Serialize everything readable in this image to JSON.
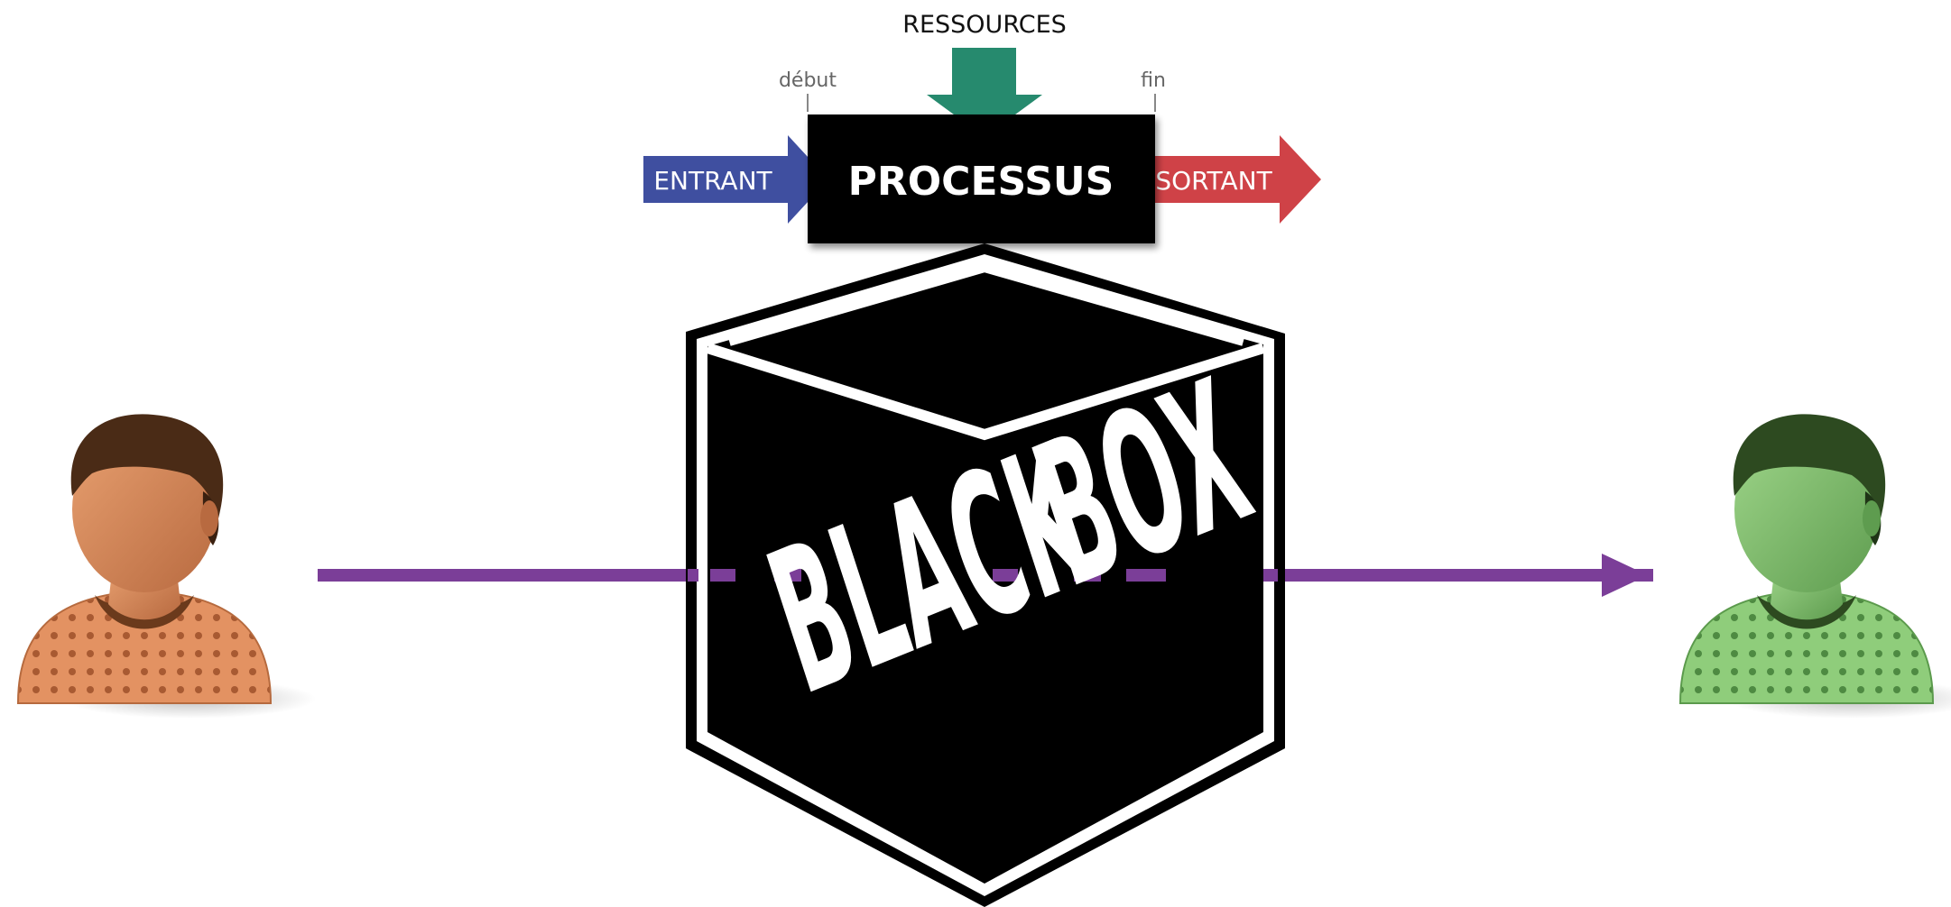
{
  "process": {
    "resources_label": "RESSOURCES",
    "start_label": "début",
    "end_label": "fin",
    "input_label": "ENTRANT",
    "process_label": "PROCESSUS",
    "output_label": "SORTANT"
  },
  "box": {
    "line1": "BLACK",
    "line2": "BOX"
  },
  "colors": {
    "input_arrow": "#3f4fa0",
    "output_arrow": "#cf4247",
    "resources_arrow": "#268a6e",
    "flow_line": "#7b3e98",
    "person_in_skin": "#d9865a",
    "person_in_hair": "#4a2b16",
    "person_out_skin": "#7fbf6e",
    "person_out_hair": "#2d4a20"
  }
}
